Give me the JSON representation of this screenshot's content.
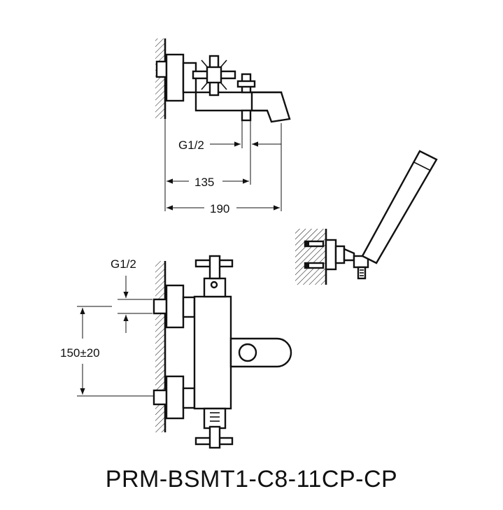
{
  "labels": {
    "top_thread": "G1/2",
    "top_dim_135": "135",
    "top_dim_190": "190",
    "front_thread": "G1/2",
    "front_spacing": "150±20"
  },
  "model_code": "PRM-BSMT1-C8-11CP-CP"
}
